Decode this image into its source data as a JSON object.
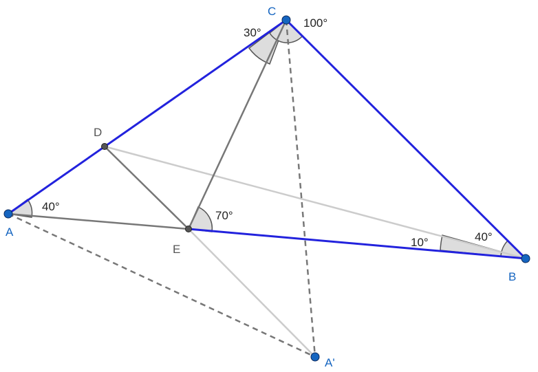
{
  "colors": {
    "blue_segment": "#2222dd",
    "gray_segment": "#777777",
    "light_segment": "#cccccc",
    "dashed_segment": "#777777",
    "blue_point": "#1565c0",
    "gray_point": "#555555",
    "angle_fill": "#dddddd"
  },
  "points": {
    "A": {
      "label": "A"
    },
    "B": {
      "label": "B"
    },
    "C": {
      "label": "C"
    },
    "D": {
      "label": "D"
    },
    "E": {
      "label": "E"
    },
    "A2": {
      "label": "A'"
    }
  },
  "angles": {
    "A_40": "40°",
    "C_30": "30°",
    "C_100": "100°",
    "E_70": "70°",
    "B_10": "10°",
    "B_40": "40°"
  }
}
